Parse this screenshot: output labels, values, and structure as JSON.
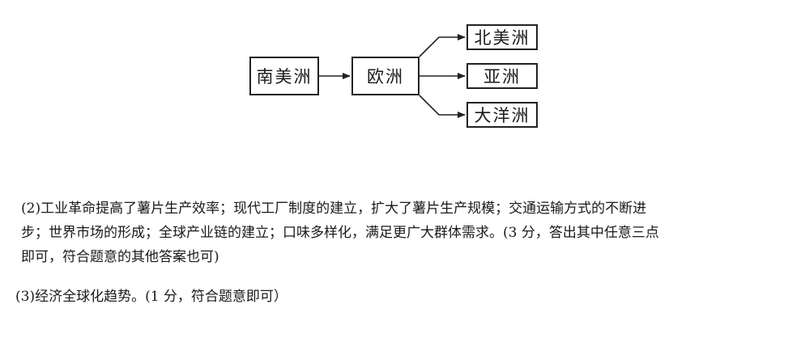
{
  "diagram": {
    "source": "南美洲",
    "hub": "欧洲",
    "targets": [
      "北美洲",
      "亚洲",
      "大洋洲"
    ]
  },
  "answers": {
    "a2": {
      "lines": [
        "(2)工业革命提高了薯片生产效率；现代工厂制度的建立，扩大了薯片生产规模；交通运输方式的不断进",
        "步；世界市场的形成；全球产业链的建立；口味多样化，满足更广大群体需求。(3 分，答出其中任意三点",
        "即可，符合题意的其他答案也可)"
      ]
    },
    "a3": {
      "lines": [
        "(3)经济全球化趋势。(1 分，符合题意即可）"
      ]
    }
  }
}
